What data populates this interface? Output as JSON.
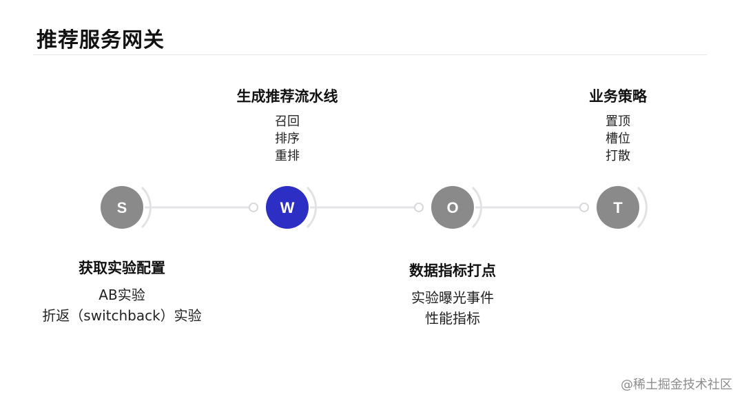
{
  "title": "推荐服务网关",
  "nodes": [
    {
      "letter": "S",
      "color": "#8a8a8a"
    },
    {
      "letter": "W",
      "color": "#2d2ec4"
    },
    {
      "letter": "O",
      "color": "#8a8a8a"
    },
    {
      "letter": "T",
      "color": "#8a8a8a"
    }
  ],
  "stages": {
    "s": {
      "heading": "获取实验配置",
      "items": [
        "AB实验",
        "折返（switchback）实验"
      ]
    },
    "w": {
      "heading": "生成推荐流水线",
      "items": [
        "召回",
        "排序",
        "重排"
      ]
    },
    "o": {
      "heading": "数据指标打点",
      "items": [
        "实验曝光事件",
        "性能指标"
      ]
    },
    "t": {
      "heading": "业务策略",
      "items": [
        "置顶",
        "槽位",
        "打散"
      ]
    }
  },
  "watermark": "@稀土掘金技术社区"
}
